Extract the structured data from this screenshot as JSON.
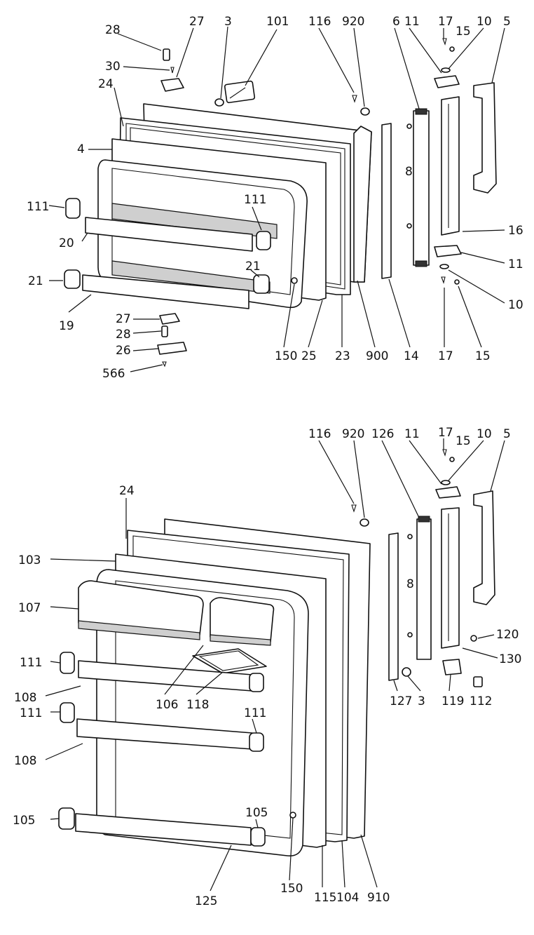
{
  "upper_door": {
    "callouts": [
      {
        "id": "u28",
        "text": "28"
      },
      {
        "id": "u27a",
        "text": "27"
      },
      {
        "id": "u3",
        "text": "3"
      },
      {
        "id": "u101",
        "text": "101"
      },
      {
        "id": "u116",
        "text": "116"
      },
      {
        "id": "u920",
        "text": "920"
      },
      {
        "id": "u6",
        "text": "6"
      },
      {
        "id": "u11a",
        "text": "11"
      },
      {
        "id": "u17a",
        "text": "17"
      },
      {
        "id": "u15a",
        "text": "15"
      },
      {
        "id": "u10a",
        "text": "10"
      },
      {
        "id": "u5",
        "text": "5"
      },
      {
        "id": "u30",
        "text": "30"
      },
      {
        "id": "u24",
        "text": "24"
      },
      {
        "id": "u4",
        "text": "4"
      },
      {
        "id": "u8",
        "text": "8"
      },
      {
        "id": "u111a",
        "text": "111"
      },
      {
        "id": "u111b",
        "text": "111"
      },
      {
        "id": "u20",
        "text": "20"
      },
      {
        "id": "u16",
        "text": "16"
      },
      {
        "id": "u21a",
        "text": "21"
      },
      {
        "id": "u21b",
        "text": "21"
      },
      {
        "id": "u11b",
        "text": "11"
      },
      {
        "id": "u10b",
        "text": "10"
      },
      {
        "id": "u19",
        "text": "19"
      },
      {
        "id": "u27b",
        "text": "27"
      },
      {
        "id": "u28b",
        "text": "28"
      },
      {
        "id": "u26",
        "text": "26"
      },
      {
        "id": "u566",
        "text": "566"
      },
      {
        "id": "u150",
        "text": "150"
      },
      {
        "id": "u25",
        "text": "25"
      },
      {
        "id": "u23",
        "text": "23"
      },
      {
        "id": "u900",
        "text": "900"
      },
      {
        "id": "u14",
        "text": "14"
      },
      {
        "id": "u17b",
        "text": "17"
      },
      {
        "id": "u15b",
        "text": "15"
      }
    ]
  },
  "lower_door": {
    "callouts": [
      {
        "id": "l116",
        "text": "116"
      },
      {
        "id": "l920",
        "text": "920"
      },
      {
        "id": "l126",
        "text": "126"
      },
      {
        "id": "l11",
        "text": "11"
      },
      {
        "id": "l17",
        "text": "17"
      },
      {
        "id": "l15",
        "text": "15"
      },
      {
        "id": "l10",
        "text": "10"
      },
      {
        "id": "l5",
        "text": "5"
      },
      {
        "id": "l24",
        "text": "24"
      },
      {
        "id": "l103",
        "text": "103"
      },
      {
        "id": "l107",
        "text": "107"
      },
      {
        "id": "l8",
        "text": "8"
      },
      {
        "id": "l120",
        "text": "120"
      },
      {
        "id": "l130",
        "text": "130"
      },
      {
        "id": "l111a",
        "text": "111"
      },
      {
        "id": "l106",
        "text": "106"
      },
      {
        "id": "l118",
        "text": "118"
      },
      {
        "id": "l127",
        "text": "127"
      },
      {
        "id": "l3",
        "text": "3"
      },
      {
        "id": "l119",
        "text": "119"
      },
      {
        "id": "l112",
        "text": "112"
      },
      {
        "id": "l108a",
        "text": "108"
      },
      {
        "id": "l111b",
        "text": "111"
      },
      {
        "id": "l111c",
        "text": "111"
      },
      {
        "id": "l108b",
        "text": "108"
      },
      {
        "id": "l105a",
        "text": "105"
      },
      {
        "id": "l105b",
        "text": "105"
      },
      {
        "id": "l150",
        "text": "150"
      },
      {
        "id": "l125",
        "text": "125"
      },
      {
        "id": "l115",
        "text": "115"
      },
      {
        "id": "l104",
        "text": "104"
      },
      {
        "id": "l910",
        "text": "910"
      }
    ]
  }
}
